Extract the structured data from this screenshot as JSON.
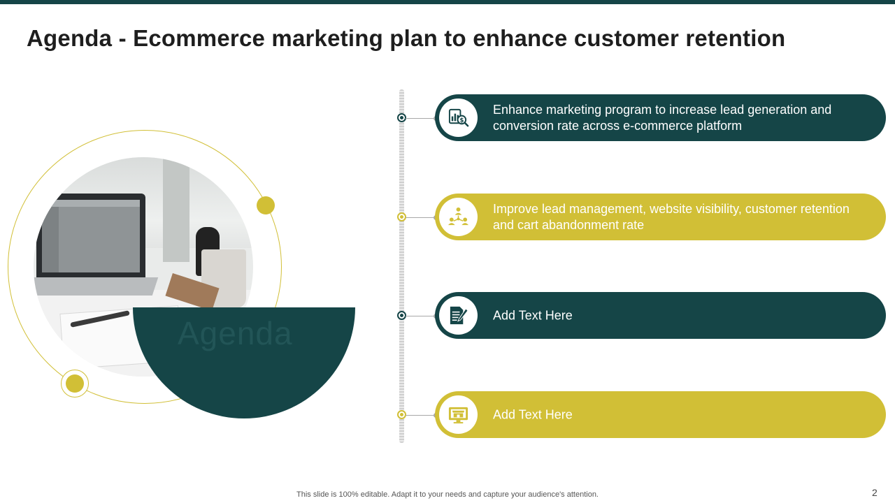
{
  "slide": {
    "title": "Agenda - Ecommerce marketing plan to enhance customer retention",
    "watermark": "Agenda",
    "footer": "This slide is 100% editable. Adapt it to your needs and capture your audience's attention.",
    "page_number": "2"
  },
  "colors": {
    "dark_teal": "#154547",
    "gold": "#d1bf36",
    "title_text": "#1e1e1e"
  },
  "items": [
    {
      "text": "Enhance marketing program to increase lead generation and conversion rate across e-commerce platform",
      "icon": "marketing-analytics-icon",
      "theme": "dark"
    },
    {
      "text": "Improve lead management, website visibility, customer retention and cart abandonment rate",
      "icon": "team-network-icon",
      "theme": "gold"
    },
    {
      "text": "Add Text Here",
      "icon": "document-pen-icon",
      "theme": "dark"
    },
    {
      "text": "Add Text Here",
      "icon": "online-store-icon",
      "theme": "gold"
    }
  ]
}
